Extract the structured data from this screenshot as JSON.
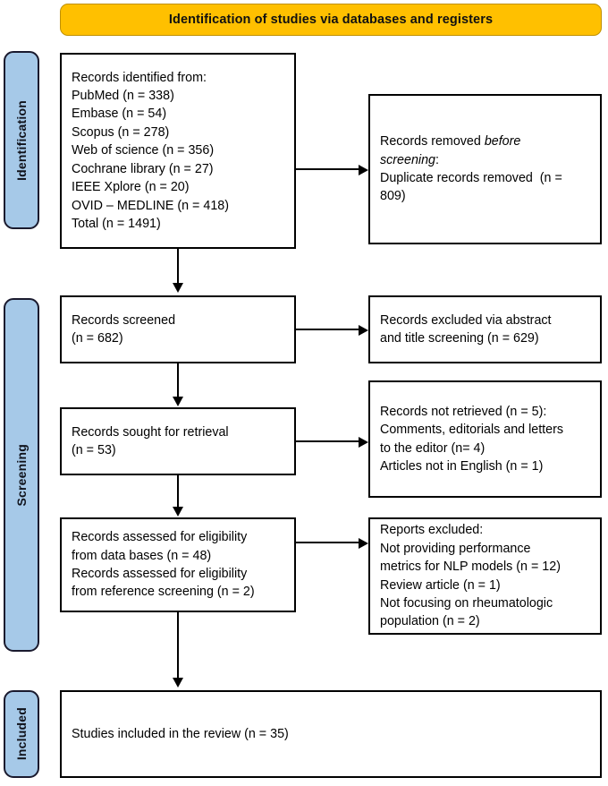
{
  "header": {
    "title": "Identification of studies via databases and registers"
  },
  "colors": {
    "banner_fill": "#FFC000",
    "banner_stroke": "#BF9000",
    "stage_tab_fill": "#A6C9E8",
    "stage_tab_stroke": "#1A1A2E",
    "box_stroke": "#000000",
    "text": "#000000"
  },
  "stages": [
    {
      "id": "identification",
      "label": "Identification"
    },
    {
      "id": "screening",
      "label": "Screening"
    },
    {
      "id": "included",
      "label": "Included"
    }
  ],
  "boxes": {
    "identified": {
      "lines": [
        "Records identified from:",
        "PubMed (n = 338)",
        "Embase (n = 54)",
        "Scopus (n = 278)",
        "Web of science (n = 356)",
        "Cochrane library (n = 27)",
        "IEEE Xplore (n = 20)",
        "OVID – MEDLINE (n = 418)",
        "Total (n = 1491)"
      ]
    },
    "removed": {
      "line1_pre": "Records removed ",
      "line1_em": "before",
      "line2_em": "screening",
      "line2_post": ":",
      "line3": "Duplicate records removed  (n =",
      "line4": "809)"
    },
    "screened": {
      "lines": [
        "Records screened",
        "(n = 682)"
      ]
    },
    "excluded": {
      "lines": [
        "Records excluded via abstract",
        "and title screening (n = 629)"
      ]
    },
    "sought": {
      "lines": [
        "Records sought for retrieval",
        "(n = 53)"
      ]
    },
    "not_retrieved": {
      "lines": [
        "Records not retrieved (n = 5):",
        "Comments, editorials and letters",
        "to the editor (n= 4)",
        "Articles not in English (n = 1)"
      ]
    },
    "assessed": {
      "lines": [
        "Records assessed for eligibility",
        "from data bases (n = 48)",
        "Records assessed for eligibility",
        "from reference screening (n = 2)"
      ]
    },
    "reports_excluded": {
      "lines": [
        "Reports excluded:",
        "Not providing performance",
        "metrics for NLP models (n = 12)",
        "Review article (n = 1)",
        "Not focusing on rheumatologic",
        "population (n = 2)"
      ]
    },
    "included": {
      "lines": [
        "Studies included in the review (n = 35)"
      ]
    }
  }
}
